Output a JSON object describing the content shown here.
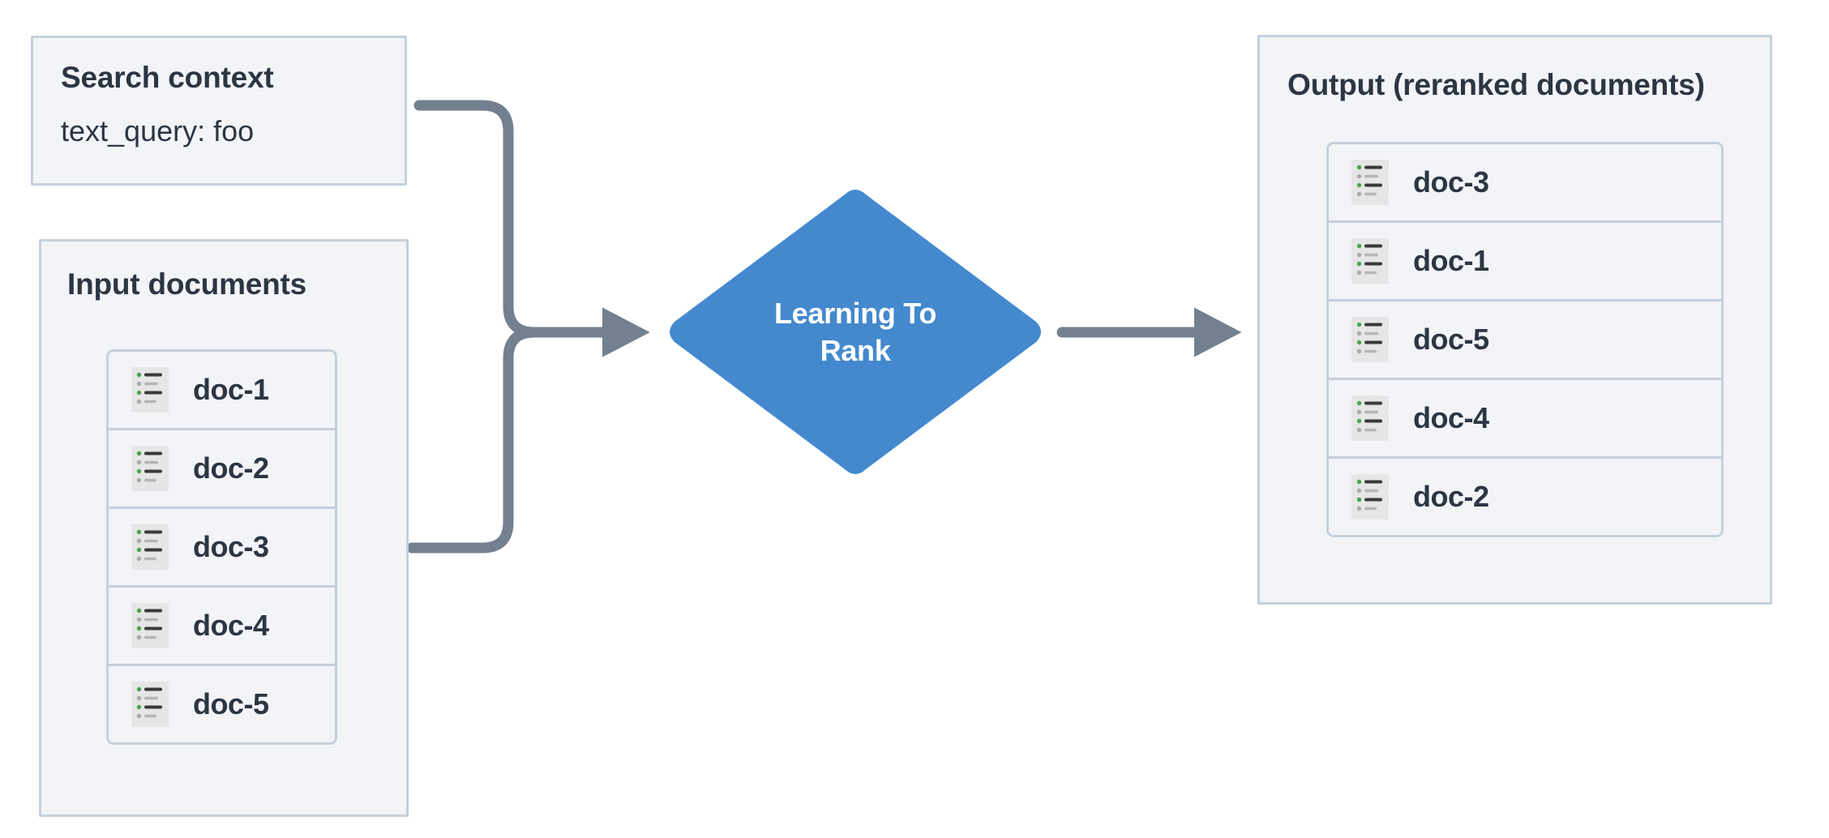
{
  "diagram": {
    "type": "flowchart",
    "title": "Learning To Rank reranking flow"
  },
  "search_context": {
    "title": "Search context",
    "query_line": "text_query: foo"
  },
  "input": {
    "title": "Input documents",
    "documents": [
      {
        "label": "doc-1",
        "icon": "document-list-icon"
      },
      {
        "label": "doc-2",
        "icon": "document-list-icon"
      },
      {
        "label": "doc-3",
        "icon": "document-list-icon"
      },
      {
        "label": "doc-4",
        "icon": "document-list-icon"
      },
      {
        "label": "doc-5",
        "icon": "document-list-icon"
      }
    ]
  },
  "process": {
    "label_line_1": "Learning To",
    "label_line_2": "Rank",
    "shape": "diamond",
    "fill_color": "#4489ce",
    "text_color": "#ffffff"
  },
  "output": {
    "title": "Output (reranked documents)",
    "documents": [
      {
        "label": "doc-3",
        "icon": "document-list-icon"
      },
      {
        "label": "doc-1",
        "icon": "document-list-icon"
      },
      {
        "label": "doc-5",
        "icon": "document-list-icon"
      },
      {
        "label": "doc-4",
        "icon": "document-list-icon"
      },
      {
        "label": "doc-2",
        "icon": "document-list-icon"
      }
    ]
  },
  "edges": [
    {
      "from": "search-context",
      "to": "learning-to-rank",
      "style": "orthogonal-rounded",
      "arrow": true
    },
    {
      "from": "input-documents",
      "to": "learning-to-rank",
      "style": "orthogonal-rounded",
      "arrow": true
    },
    {
      "from": "learning-to-rank",
      "to": "output",
      "style": "straight",
      "arrow": true
    }
  ],
  "colors": {
    "panel_fill": "#f2f4f7",
    "panel_border": "#c4d0dc",
    "text": "#2c3643",
    "process_fill": "#4489ce",
    "edge": "#73808f",
    "icon_bg": "#e6e6e6",
    "icon_bullet_active": "#4ba350",
    "icon_bullet_muted": "#aaaaaa",
    "icon_line_strong": "#3a3a3a",
    "icon_line_weak": "#b6b6b6"
  }
}
